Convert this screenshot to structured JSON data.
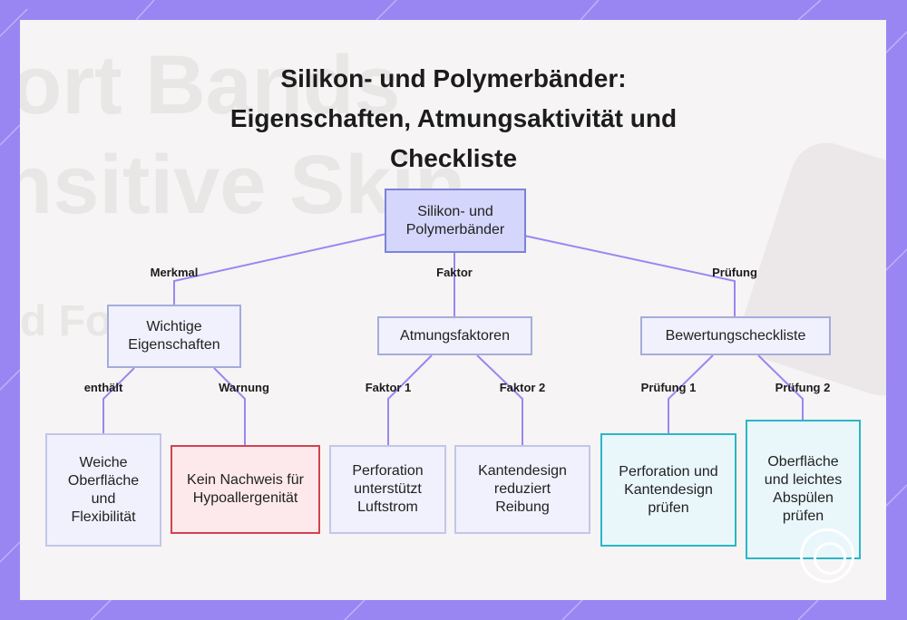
{
  "diagram": {
    "title_lines": [
      "Silikon- und Polymerbänder:",
      "Eigenschaften, Atmungsaktivität und",
      "Checkliste"
    ],
    "background_text": [
      "ort Bands",
      "nsitive Skin",
      "d Fo"
    ],
    "nodes": {
      "root": "Silikon- und Polymerbänder",
      "props": "Wichtige Eigenschaften",
      "breath": "Atmungsfaktoren",
      "checklist": "Bewertungscheckliste",
      "soft": "Weiche Oberfläche und Flexibilität",
      "noproof": "Kein Nachweis für Hypoallergenität",
      "perf": "Perforation unterstützt Luftstrom",
      "edge": "Kantendesign reduziert Reibung",
      "check1": "Perforation und Kantendesign prüfen",
      "check2": "Oberfläche und leichtes Abspülen prüfen"
    },
    "edge_labels": {
      "merkmal": "Merkmal",
      "faktor": "Faktor",
      "pruefung": "Prüfung",
      "enthaelt": "enthält",
      "warnung": "Warnung",
      "faktor1": "Faktor 1",
      "faktor2": "Faktor 2",
      "pruefung1": "Prüfung 1",
      "pruefung2": "Prüfung 2"
    },
    "colors": {
      "frame": "#9a86f2",
      "edge": "#9a86f2",
      "root_fill": "#d4d6fb",
      "warning_border": "#d0434f",
      "check_border": "#2ab6c6"
    }
  }
}
